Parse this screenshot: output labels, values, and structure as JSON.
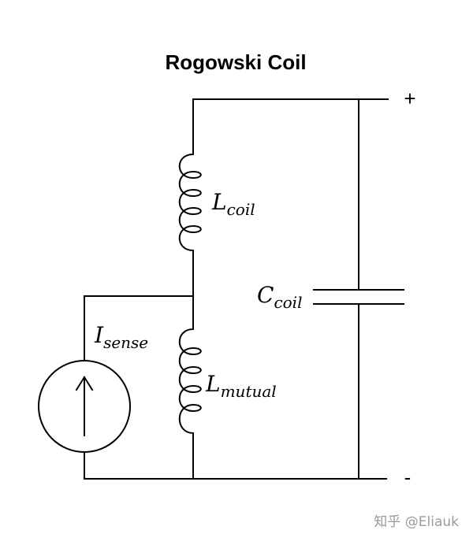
{
  "title": "Rogowski Coil",
  "components": {
    "l_coil": {
      "symbol": "L",
      "subscript": "coil"
    },
    "l_mutual": {
      "symbol": "L",
      "subscript": "mutual"
    },
    "c_coil": {
      "symbol": "C",
      "subscript": "coil"
    },
    "i_sense": {
      "symbol": "I",
      "subscript": "sense"
    }
  },
  "terminals": {
    "positive": "+",
    "negative": "-"
  },
  "watermark": "知乎 @Eliauk"
}
